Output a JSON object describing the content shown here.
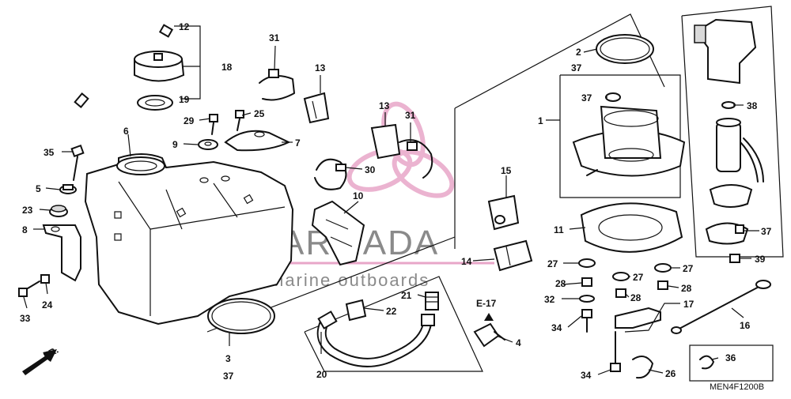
{
  "diagram_code": "MEN4F1200B",
  "ref_label": "E-17",
  "direction_label": "FR.",
  "watermark": {
    "brand": "ARMADA",
    "tagline": "marine outboards",
    "accent": "#e8a6c8"
  },
  "callouts": {
    "c12": "12",
    "c18": "18",
    "c19": "19",
    "c6": "6",
    "c29": "29",
    "c25": "25",
    "c9": "9",
    "c7": "7",
    "c31a": "31",
    "c13a": "13",
    "c13b": "13",
    "c31b": "31",
    "c30": "30",
    "c35": "35",
    "c5": "5",
    "c23": "23",
    "c8": "8",
    "c24": "24",
    "c33": "33",
    "c10": "10",
    "c3": "3",
    "c37a": "37",
    "c22": "22",
    "c21": "21",
    "c20": "20",
    "c15": "15",
    "c14": "14",
    "c4": "4",
    "c2": "2",
    "c37b": "37",
    "c37c": "37",
    "c1": "1",
    "c38": "38",
    "c37d": "37",
    "c39": "39",
    "c11": "11",
    "c27a": "27",
    "c27b": "27",
    "c27c": "27",
    "c28a": "28",
    "c28b": "28",
    "c28c": "28",
    "c32": "32",
    "c17": "17",
    "c34a": "34",
    "c34b": "34",
    "c26": "26",
    "c16": "16",
    "c36": "36"
  }
}
